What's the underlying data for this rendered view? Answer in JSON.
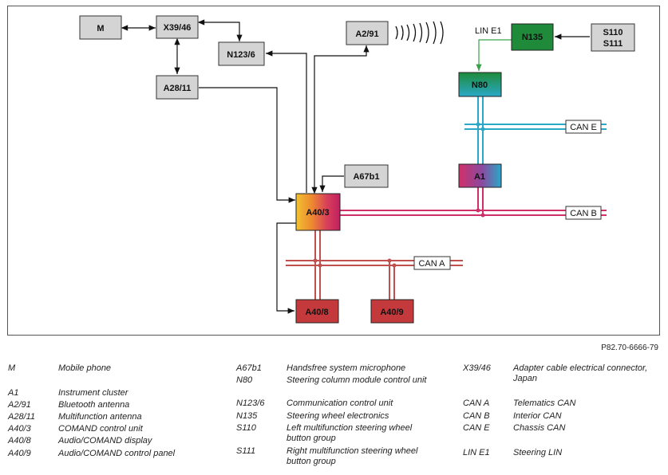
{
  "diagram": {
    "nodes": {
      "m": "M",
      "x3946": "X39/46",
      "a2811": "A28/11",
      "n1236": "N123/6",
      "a291": "A2/91",
      "lin_e1": "LIN E1",
      "n135": "N135",
      "s110": "S110",
      "s111": "S111",
      "n80": "N80",
      "can_e": "CAN E",
      "a1": "A1",
      "a67b1": "A67b1",
      "a403": "A40/3",
      "can_b": "CAN B",
      "can_a": "CAN A",
      "a408": "A40/8",
      "a409": "A40/9"
    },
    "colors": {
      "grey_box": "#d4d4d4",
      "n135_green": "#1f8a3a",
      "can_e_line": "#2aa8c8",
      "can_b_line": "#d0306a",
      "can_a_line": "#c0504d",
      "a408_red": "#c4393b",
      "lin_line": "#3aa04a"
    },
    "icons": [
      "bluetooth-signal-waves-icon"
    ]
  },
  "reference": "P82.70-6666-79",
  "legend": [
    {
      "code": "M",
      "desc": "Mobile phone"
    },
    {
      "code": "A1",
      "desc": "Instrument cluster"
    },
    {
      "code": "A2/91",
      "desc": "Bluetooth antenna"
    },
    {
      "code": "A28/11",
      "desc": "Multifunction antenna"
    },
    {
      "code": "A40/3",
      "desc": "COMAND control unit"
    },
    {
      "code": "A40/8",
      "desc": "Audio/COMAND display"
    },
    {
      "code": "A40/9",
      "desc": "Audio/COMAND control panel"
    },
    {
      "code": "A67b1",
      "desc": "Handsfree system microphone"
    },
    {
      "code": "N80",
      "desc": "Steering column module control unit"
    },
    {
      "code": "N123/6",
      "desc": "Communication control unit"
    },
    {
      "code": "N135",
      "desc": "Steering wheel electronics"
    },
    {
      "code": "S110",
      "desc": "Left multifunction steering wheel button group"
    },
    {
      "code": "S111",
      "desc": "Right multifunction steering wheel button group"
    },
    {
      "code": "X39/46",
      "desc": "Adapter cable electrical connector, Japan"
    },
    {
      "code": "CAN A",
      "desc": "Telematics CAN"
    },
    {
      "code": "CAN B",
      "desc": "Interior CAN"
    },
    {
      "code": "CAN E",
      "desc": "Chassis CAN"
    },
    {
      "code": "LIN E1",
      "desc": "Steering LIN"
    }
  ]
}
